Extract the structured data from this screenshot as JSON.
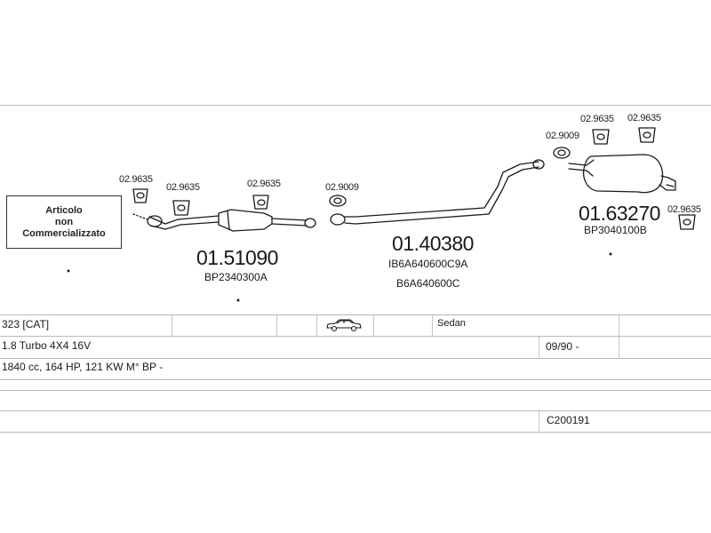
{
  "note": {
    "lines": [
      "Articolo",
      "non",
      "Commercializzato"
    ]
  },
  "parts": {
    "front_pipe": {
      "code": "01.51090",
      "ref": "BP2340300A"
    },
    "middle_pipe": {
      "code": "01.40380",
      "ref1": "IB6A640600C9A",
      "ref2": "B6A640600C"
    },
    "rear_silencer": {
      "code": "01.63270",
      "ref": "BP3040100B"
    }
  },
  "fittings": {
    "f1": "02.9635",
    "f2": "02.9635",
    "f3": "02.9635",
    "f4": "02.9009",
    "f5": "02.9009",
    "f6": "02.9635",
    "f7": "02.9635",
    "f8": "02.9635"
  },
  "vehicle": {
    "model": "323  [CAT]",
    "body": "Sedan",
    "engine": "1.8 Turbo 4X4 16V",
    "date": "09/90 -",
    "specs": "1840 cc, 164 HP, 121 KW M° BP -",
    "code": "C200191"
  },
  "colors": {
    "line": "#1a1a1a",
    "rule": "#b8b8b8"
  }
}
